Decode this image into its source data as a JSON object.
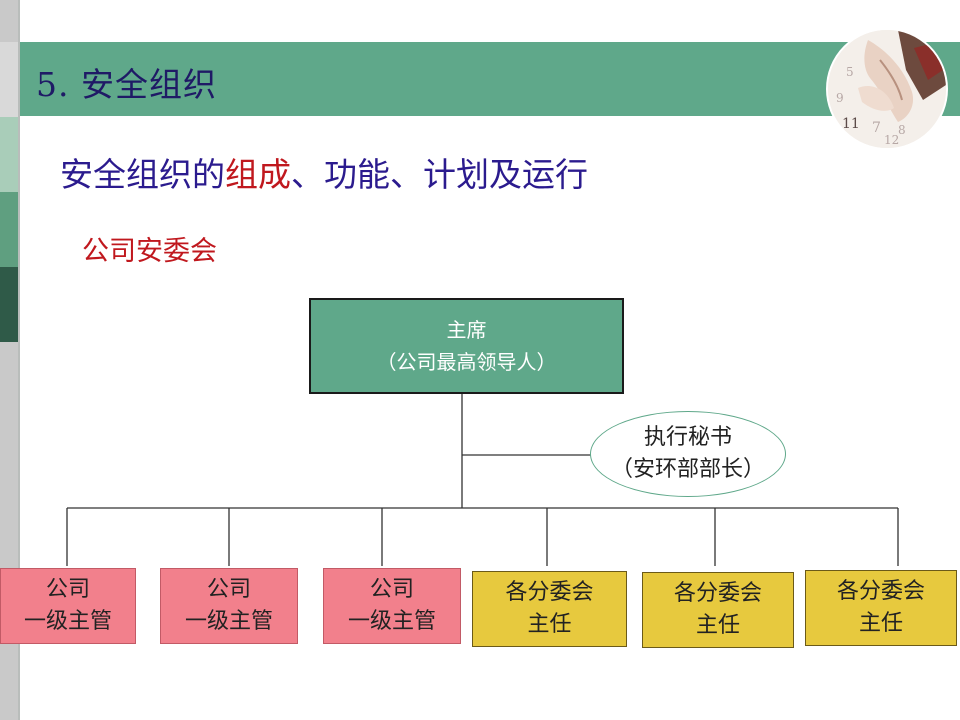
{
  "slide": {
    "title": "5.  安全组织",
    "subtitle_plain_1": "安全组织的",
    "subtitle_highlight": "组成",
    "subtitle_plain_2": "、功能、计划及运行",
    "section_label": "公司安委会"
  },
  "org_chart": {
    "chairman": {
      "line1": "主席",
      "line2": "（公司最高领导人）"
    },
    "secretary": {
      "line1": "执行秘书",
      "line2": "（安环部部长）"
    },
    "subordinates": [
      {
        "line1": "公司",
        "line2": "一级主管"
      },
      {
        "line1": "公司",
        "line2": "一级主管"
      },
      {
        "line1": "公司",
        "line2": "一级主管"
      },
      {
        "line1": "各分委会",
        "line2": "主任"
      },
      {
        "line1": "各分委会",
        "line2": "主任"
      },
      {
        "line1": "各分委会",
        "line2": "主任"
      }
    ]
  },
  "colors": {
    "band_green": "#5fa88a",
    "title_navy": "#1f1a66",
    "accent_red": "#c0181e",
    "box_pink": "#f2808c",
    "box_yellow": "#e7c93e"
  },
  "icons": {
    "corner_decoration": "hands-clock-photo-icon"
  }
}
